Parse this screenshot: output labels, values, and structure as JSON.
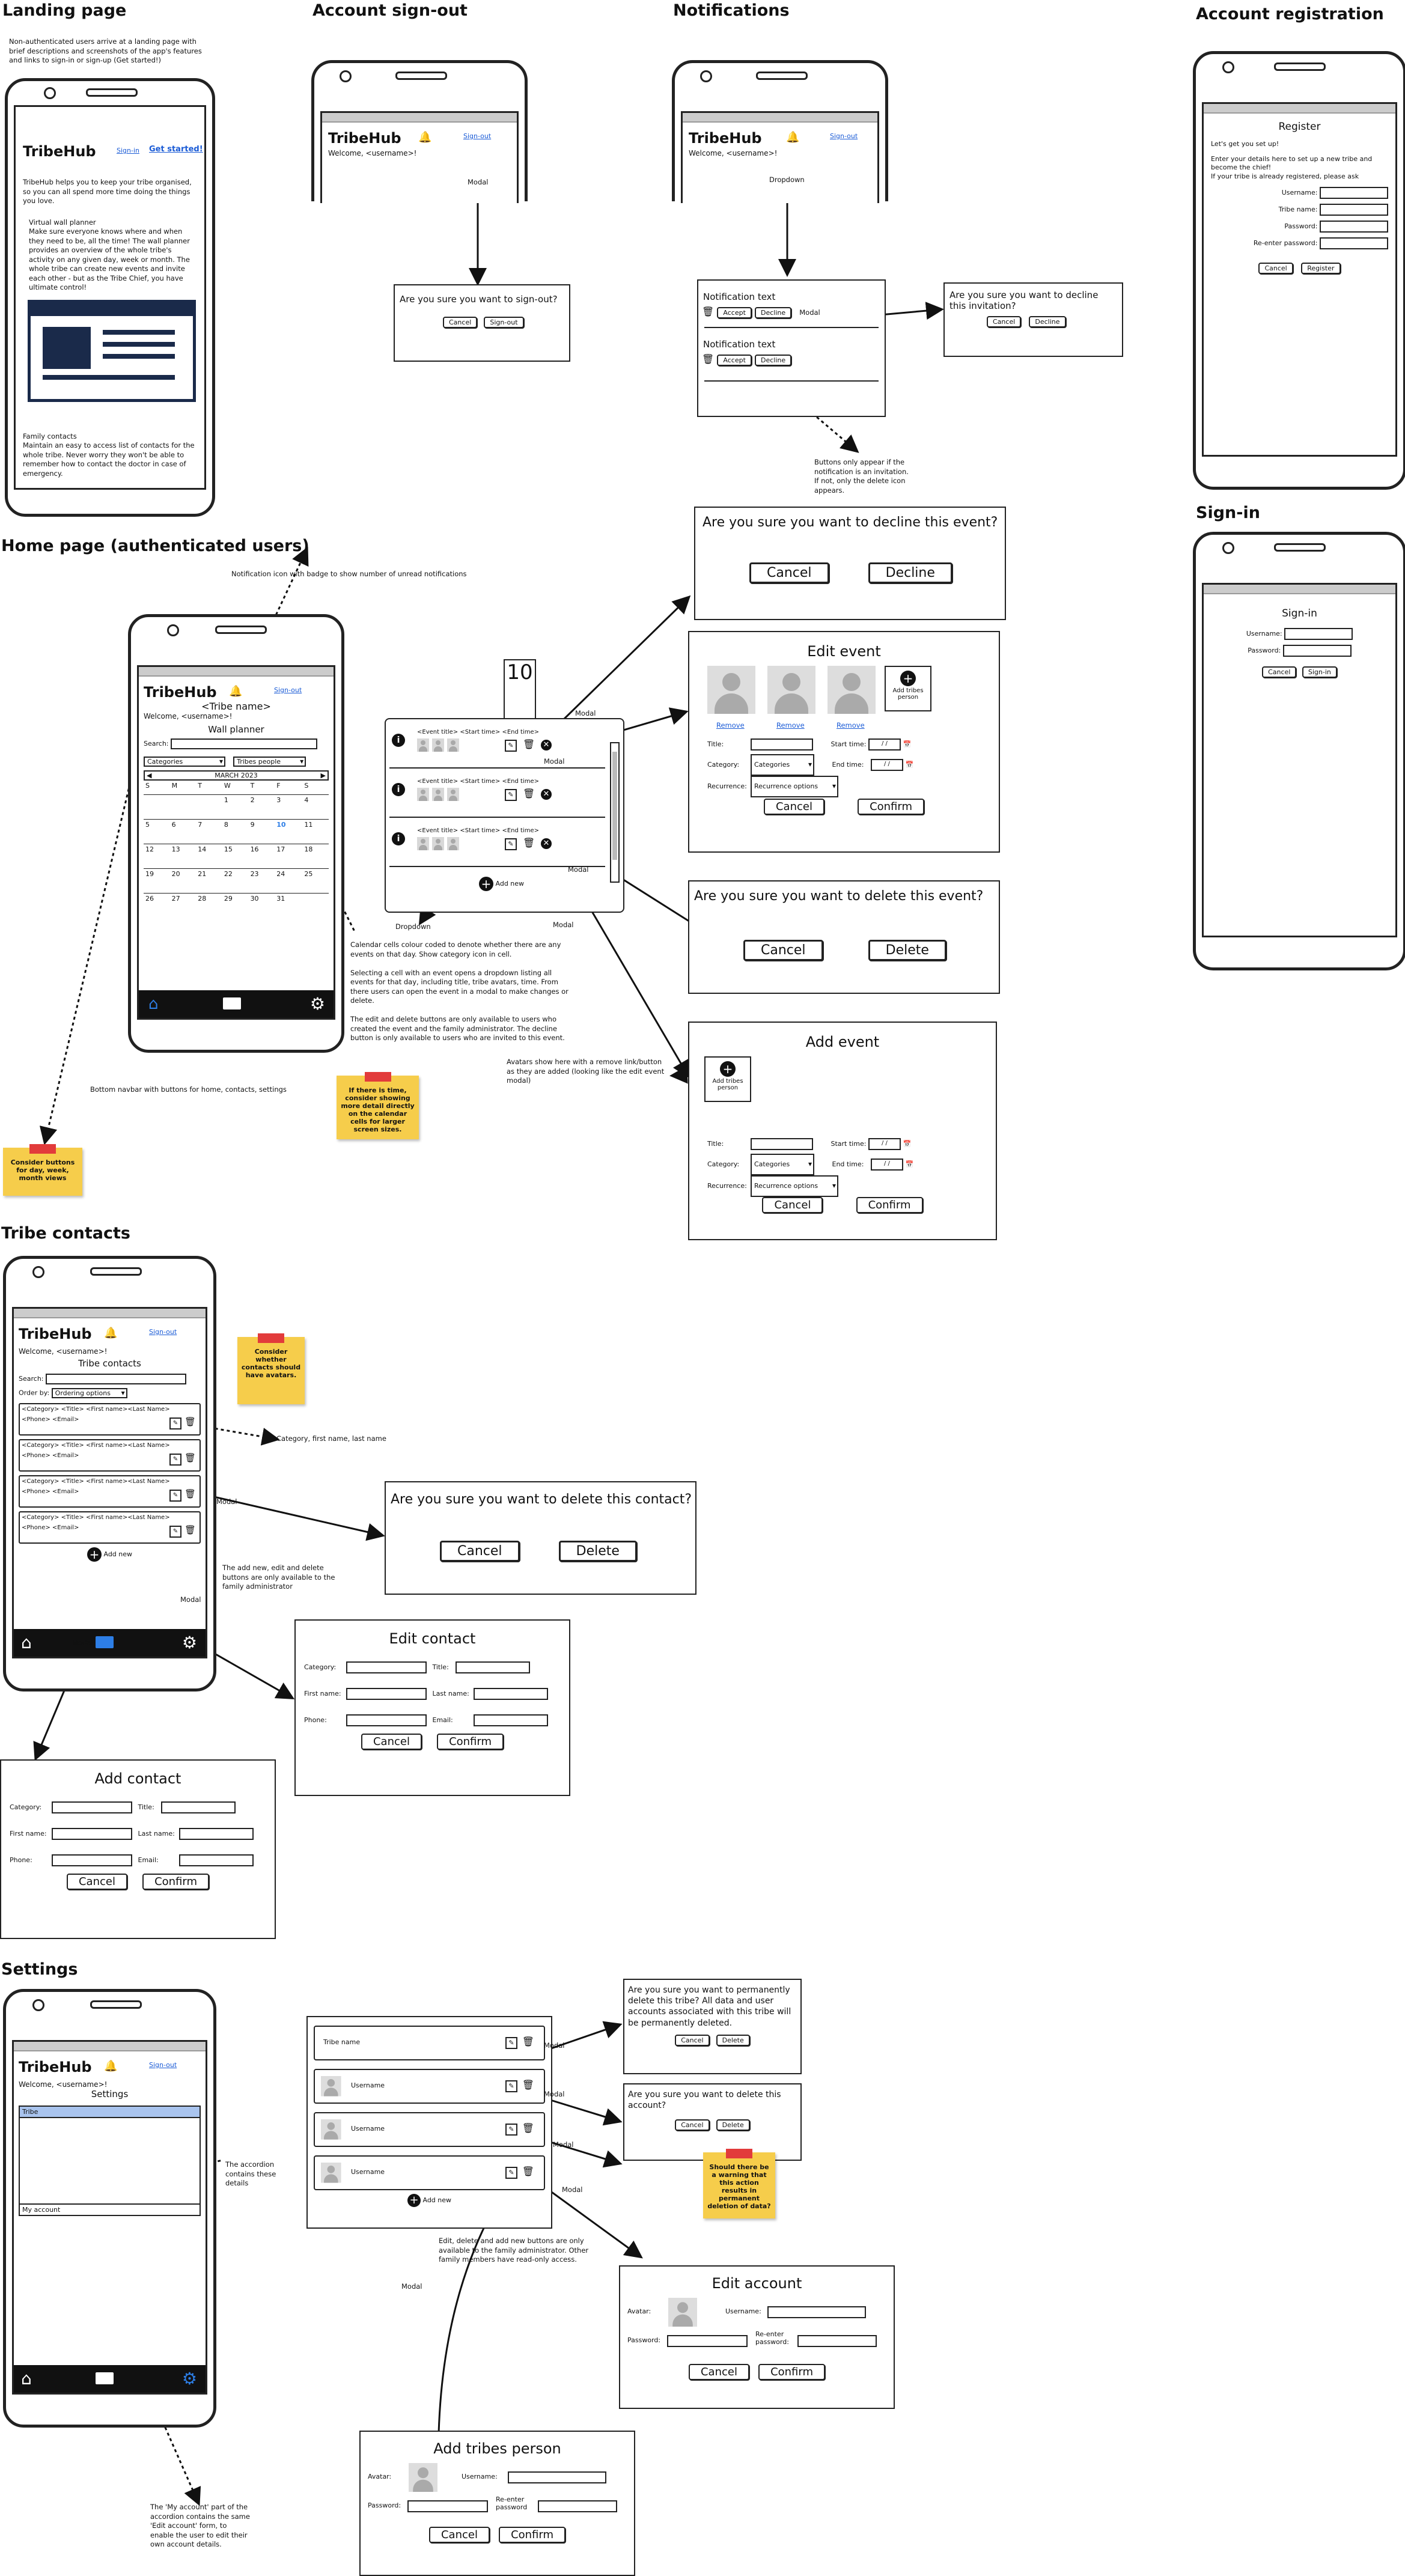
{
  "sections": {
    "landing": "Landing page",
    "signout": "Account sign-out",
    "notifications": "Notifications",
    "registration": "Account registration",
    "signin": "Sign-in",
    "home": "Home page (authenticated users)",
    "contacts": "Tribe contacts",
    "settings": "Settings"
  },
  "landing": {
    "note": "Non-authenticated users arrive at a landing page with brief descriptions and screenshots of the app's features and links to sign-in or sign-up (Get started!)",
    "app_title": "TribeHub",
    "signin_link": "Sign-in",
    "get_started": "Get started!",
    "intro": "TribeHub helps you to keep your tribe organised, so you can all spend more time doing the things you love.",
    "feature1_title": "Virtual wall planner",
    "feature1_text": "Make sure everyone knows where and when they need to be, all the time! The wall planner provides an overview of the whole tribe's activity on any given day, week or month. The whole tribe can create new events and invite each other - but as the Tribe Chief, you have ultimate control!",
    "feature2_title": "Family contacts",
    "feature2_text": "Maintain an easy to access list of contacts for the whole tribe. Never worry they won't be able to remember how to contact the doctor in case of emergency."
  },
  "signout": {
    "app_title": "TribeHub",
    "signout_link": "Sign-out",
    "welcome": "Welcome, <username>!",
    "modal_label": "Modal",
    "question": "Are you sure you want to sign-out?",
    "cancel": "Cancel",
    "confirm": "Sign-out"
  },
  "notif": {
    "app_title": "TribeHub",
    "signout_link": "Sign-out",
    "welcome": "Welcome, <username>!",
    "dropdown_label": "Dropdown",
    "item1": "Notification text",
    "item2": "Notification text",
    "accept": "Accept",
    "decline": "Decline",
    "modal_label": "Modal",
    "decline_question": "Are you sure you want to decline this invitation?",
    "cancel": "Cancel",
    "decline_btn": "Decline",
    "note": "Buttons only appear if the notification is an invitation. If not, only the delete icon appears."
  },
  "register": {
    "title": "Register",
    "subtitle": "Let's get you set up!",
    "instructions": "Enter your details here to set up a new tribe and become the chief!\nIf your tribe is already registered, please ask",
    "username": "Username:",
    "tribe_name": "Tribe name:",
    "password": "Password:",
    "reenter": "Re-enter password:",
    "cancel": "Cancel",
    "submit": "Register"
  },
  "signin": {
    "title": "Sign-in",
    "username": "Username:",
    "password": "Password:",
    "cancel": "Cancel",
    "submit": "Sign-in"
  },
  "home": {
    "notif_note": "Notification icon with badge to show number of unread notifications",
    "app_title": "TribeHub",
    "signout_link": "Sign-out",
    "tribe_name": "<Tribe name>",
    "welcome": "Welcome, <username>!",
    "planner_title": "Wall planner",
    "search_label": "Search:",
    "categories": "Categories",
    "tribes_people": "Tribes people",
    "month": "MARCH 2023",
    "weekdays": [
      "S",
      "M",
      "T",
      "W",
      "T",
      "F",
      "S"
    ],
    "weeks": [
      [
        "",
        "",
        "",
        "1",
        "2",
        "3",
        "4"
      ],
      [
        "5",
        "6",
        "7",
        "8",
        "9",
        "10",
        "11"
      ],
      [
        "12",
        "13",
        "14",
        "15",
        "16",
        "17",
        "18"
      ],
      [
        "19",
        "20",
        "21",
        "22",
        "23",
        "24",
        "25"
      ],
      [
        "26",
        "27",
        "28",
        "29",
        "30",
        "31",
        ""
      ]
    ],
    "day_number": "10",
    "event_line": "<Event title> <Start time> <End time>",
    "add_new": "Add new",
    "dropdown_label": "Dropdown",
    "modal_label": "Modal",
    "calendar_note": "Calendar cells colour coded to denote whether there are any events on that day. Show category icon in cell.\n\nSelecting a cell with an event opens a dropdown listing all events for that day, including title, tribe avatars, time. From there users can open the event in a modal to make changes or delete.\n\nThe edit and delete buttons are only available to users who created the event and the family administrator. The decline button is only available to users who are invited to this event.",
    "navbar_note": "Bottom navbar with buttons for home, contacts, settings",
    "avatars_note": "Avatars show here with a remove link/button as they are added (looking like the edit event modal)",
    "sticky_cell": "If there is time, consider showing more detail directly on the calendar cells for larger screen sizes.",
    "sticky_views": "Consider buttons for day, week, month views"
  },
  "decline_event": {
    "question": "Are you sure you want to decline this event?",
    "cancel": "Cancel",
    "decline": "Decline"
  },
  "edit_event": {
    "title": "Edit event",
    "add_person": "Add tribes person",
    "remove": "Remove",
    "title_label": "Title:",
    "category_label": "Category:",
    "categories": "Categories",
    "start_label": "Start time:",
    "end_label": "End time:",
    "time_value": "/ /",
    "recurrence_label": "Recurrence:",
    "recurrence_options": "Recurrence options",
    "cancel": "Cancel",
    "confirm": "Confirm"
  },
  "delete_event": {
    "question": "Are you sure you want to delete this event?",
    "cancel": "Cancel",
    "delete": "Delete"
  },
  "add_event": {
    "title": "Add event",
    "add_person": "Add tribes person",
    "title_label": "Title:",
    "category_label": "Category:",
    "categories": "Categories",
    "start_label": "Start time:",
    "end_label": "End time:",
    "time_value": "/ /",
    "recurrence_label": "Recurrence:",
    "recurrence_options": "Recurrence options",
    "cancel": "Cancel",
    "confirm": "Confirm"
  },
  "contacts": {
    "app_title": "TribeHub",
    "signout_link": "Sign-out",
    "welcome": "Welcome, <username>!",
    "page_title": "Tribe contacts",
    "search_label": "Search:",
    "order_label": "Order by:",
    "ordering_options": "Ordering options",
    "line1": "<Category> <Title> <First name><Last Name>",
    "line2": "<Phone> <Email>",
    "add_new": "Add new",
    "order_note": "Category, first name, last name",
    "admin_note": "The add new, edit and delete buttons are only available to the family administrator",
    "modal_label": "Modal",
    "sticky": "Consider whether contacts should have avatars."
  },
  "delete_contact": {
    "question": "Are you sure you want to delete this contact?",
    "cancel": "Cancel",
    "delete": "Delete"
  },
  "edit_contact": {
    "title": "Edit contact",
    "category": "Category:",
    "title_label": "Title:",
    "first": "First name:",
    "last": "Last name:",
    "phone": "Phone:",
    "email": "Email:",
    "cancel": "Cancel",
    "confirm": "Confirm"
  },
  "add_contact": {
    "title": "Add contact",
    "category": "Category:",
    "title_label": "Title:",
    "first": "First name:",
    "last": "Last name:",
    "phone": "Phone:",
    "email": "Email:",
    "cancel": "Cancel",
    "confirm": "Confirm"
  },
  "settings": {
    "app_title": "TribeHub",
    "signout_link": "Sign-out",
    "welcome": "Welcome, <username>!",
    "page_title": "Settings",
    "tribe_tab": "Tribe",
    "my_account": "My account",
    "accordion_note": "The accordion contains these details",
    "my_account_note": "The 'My account' part of the accordion contains the same 'Edit account' form, to enable the user to edit their own account details.",
    "tribe_name": "Tribe name",
    "username": "Username",
    "add_new": "Add new",
    "admin_note": "Edit, delete and add new buttons are only available to the family administrator. Other family members have read-only access.",
    "modal_label": "Modal",
    "delete_tribe_q": "Are you sure you want to permanently delete this tribe? All data and user accounts associated with this tribe will be permanently deleted.",
    "delete_account_q": "Are you sure you want to delete this account?",
    "cancel": "Cancel",
    "delete": "Delete",
    "sticky": "Should there be a warning that this action results in permanent deletion of data?"
  },
  "edit_account": {
    "title": "Edit account",
    "avatar": "Avatar:",
    "username": "Username:",
    "password": "Password:",
    "reenter": "Re-enter password:",
    "cancel": "Cancel",
    "confirm": "Confirm"
  },
  "add_person": {
    "title": "Add tribes person",
    "avatar": "Avatar:",
    "username": "Username:",
    "password": "Password:",
    "reenter": "Re-enter password",
    "cancel": "Cancel",
    "confirm": "Confirm"
  },
  "colors": {
    "link": "#1a5bd6",
    "sticky": "#f6cd4b",
    "tape": "#e23b3b",
    "nav_active": "#2d7ee6"
  }
}
